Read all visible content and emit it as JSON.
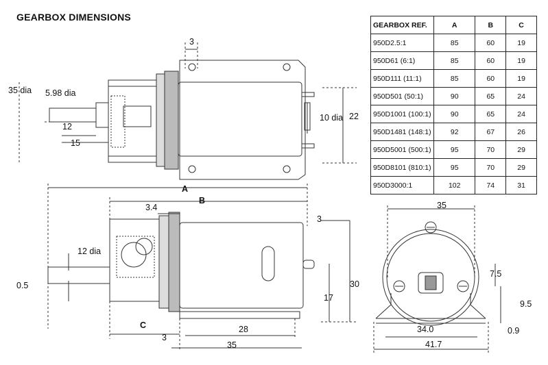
{
  "title": "GEARBOX DIMENSIONS",
  "dimensions": {
    "top_3": "3",
    "d35": "35 dia",
    "d598": "5.98 dia",
    "d10": "10 dia",
    "h22": "22",
    "l12": "12",
    "l15": "15",
    "A": "A",
    "B": "B",
    "s34": "3.4",
    "s3b": "3",
    "d12": "12 dia",
    "s05": "0.5",
    "h17": "17",
    "h30": "30",
    "C": "C",
    "s3c": "3",
    "l28": "28",
    "l35": "35",
    "e35": "35",
    "e75": "7.5",
    "e95": "9.5",
    "e340": "34.0",
    "e09": "0.9",
    "e417": "41.7"
  },
  "table": {
    "headers": [
      "GEARBOX REF.",
      "A",
      "B",
      "C"
    ],
    "rows": [
      [
        "950D2.5:1",
        "85",
        "60",
        "19"
      ],
      [
        "950D61 (6:1)",
        "85",
        "60",
        "19"
      ],
      [
        "950D111 (11:1)",
        "85",
        "60",
        "19"
      ],
      [
        "950D501 (50:1)",
        "90",
        "65",
        "24"
      ],
      [
        "950D1001 (100:1)",
        "90",
        "65",
        "24"
      ],
      [
        "950D1481 (148:1)",
        "92",
        "67",
        "26"
      ],
      [
        "950D5001 (500:1)",
        "95",
        "70",
        "29"
      ],
      [
        "950D8101 (810:1)",
        "95",
        "70",
        "29"
      ],
      [
        "950D3000:1",
        "102",
        "74",
        "31"
      ]
    ]
  }
}
